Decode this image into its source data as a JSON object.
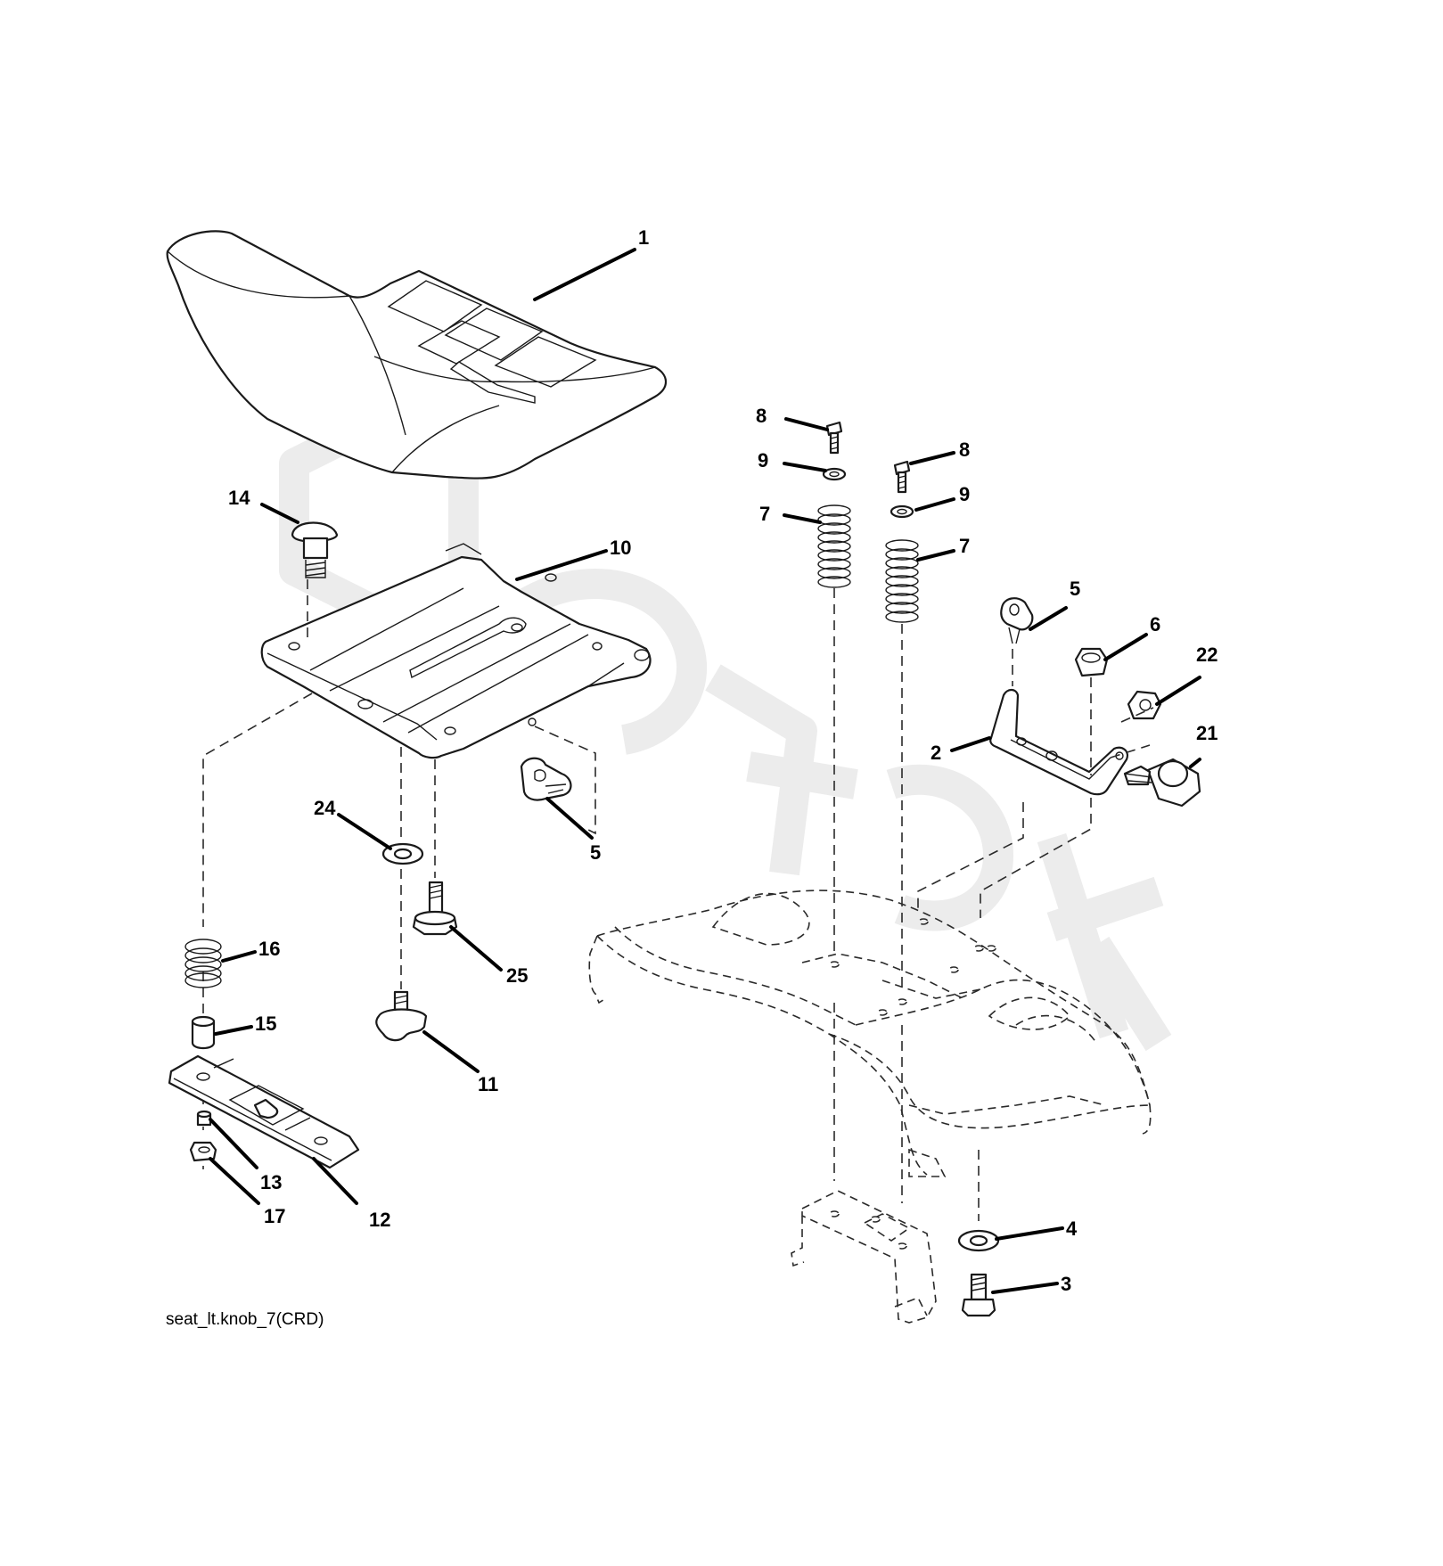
{
  "diagram_code": "seat_lt.knob_7(CRD)",
  "callouts": {
    "c1": "1",
    "c2": "2",
    "c3": "3",
    "c4": "4",
    "c5a": "5",
    "c5b": "5",
    "c6": "6",
    "c7a": "7",
    "c7b": "7",
    "c8a": "8",
    "c8b": "8",
    "c9a": "9",
    "c9b": "9",
    "c10": "10",
    "c11": "11",
    "c12": "12",
    "c13": "13",
    "c14": "14",
    "c15": "15",
    "c16": "16",
    "c17": "17",
    "c21": "21",
    "c22": "22",
    "c24": "24",
    "c25": "25"
  }
}
